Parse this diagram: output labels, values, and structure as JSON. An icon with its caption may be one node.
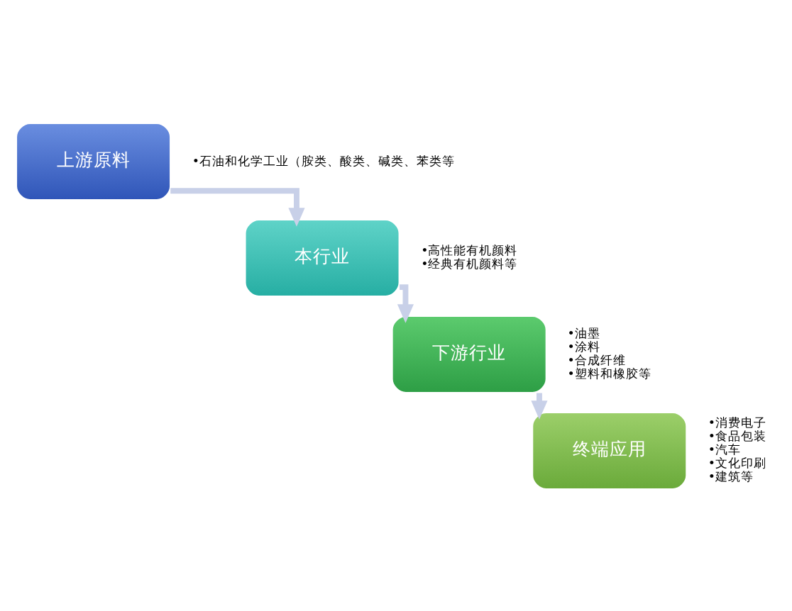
{
  "diagram": {
    "nodes": [
      {
        "text": [
          "上游原料"
        ],
        "beside": [
          "•石油和化学工业（胺类、酸类、碱类、苯类等"
        ]
      },
      {
        "text": [
          "本行业"
        ],
        "beside": [
          "•高性能有机颜料",
          "•经典有机颜料等"
        ]
      },
      {
        "text": [
          "下游行业"
        ],
        "beside": [
          "•油墨",
          "•涂料",
          "•合成纤维",
          "•塑料和橡胶等"
        ]
      },
      {
        "text": [
          "终端应用"
        ],
        "beside": [
          "•消费电子",
          "•食品包装",
          "•汽车",
          "•文化印刷",
          "•建筑等"
        ]
      }
    ],
    "edges": [
      {
        "from": 0,
        "to": 1,
        "arrow": "to"
      },
      {
        "from": 1,
        "to": 2,
        "arrow": "to"
      },
      {
        "from": 2,
        "to": 3,
        "arrow": "to"
      }
    ]
  }
}
